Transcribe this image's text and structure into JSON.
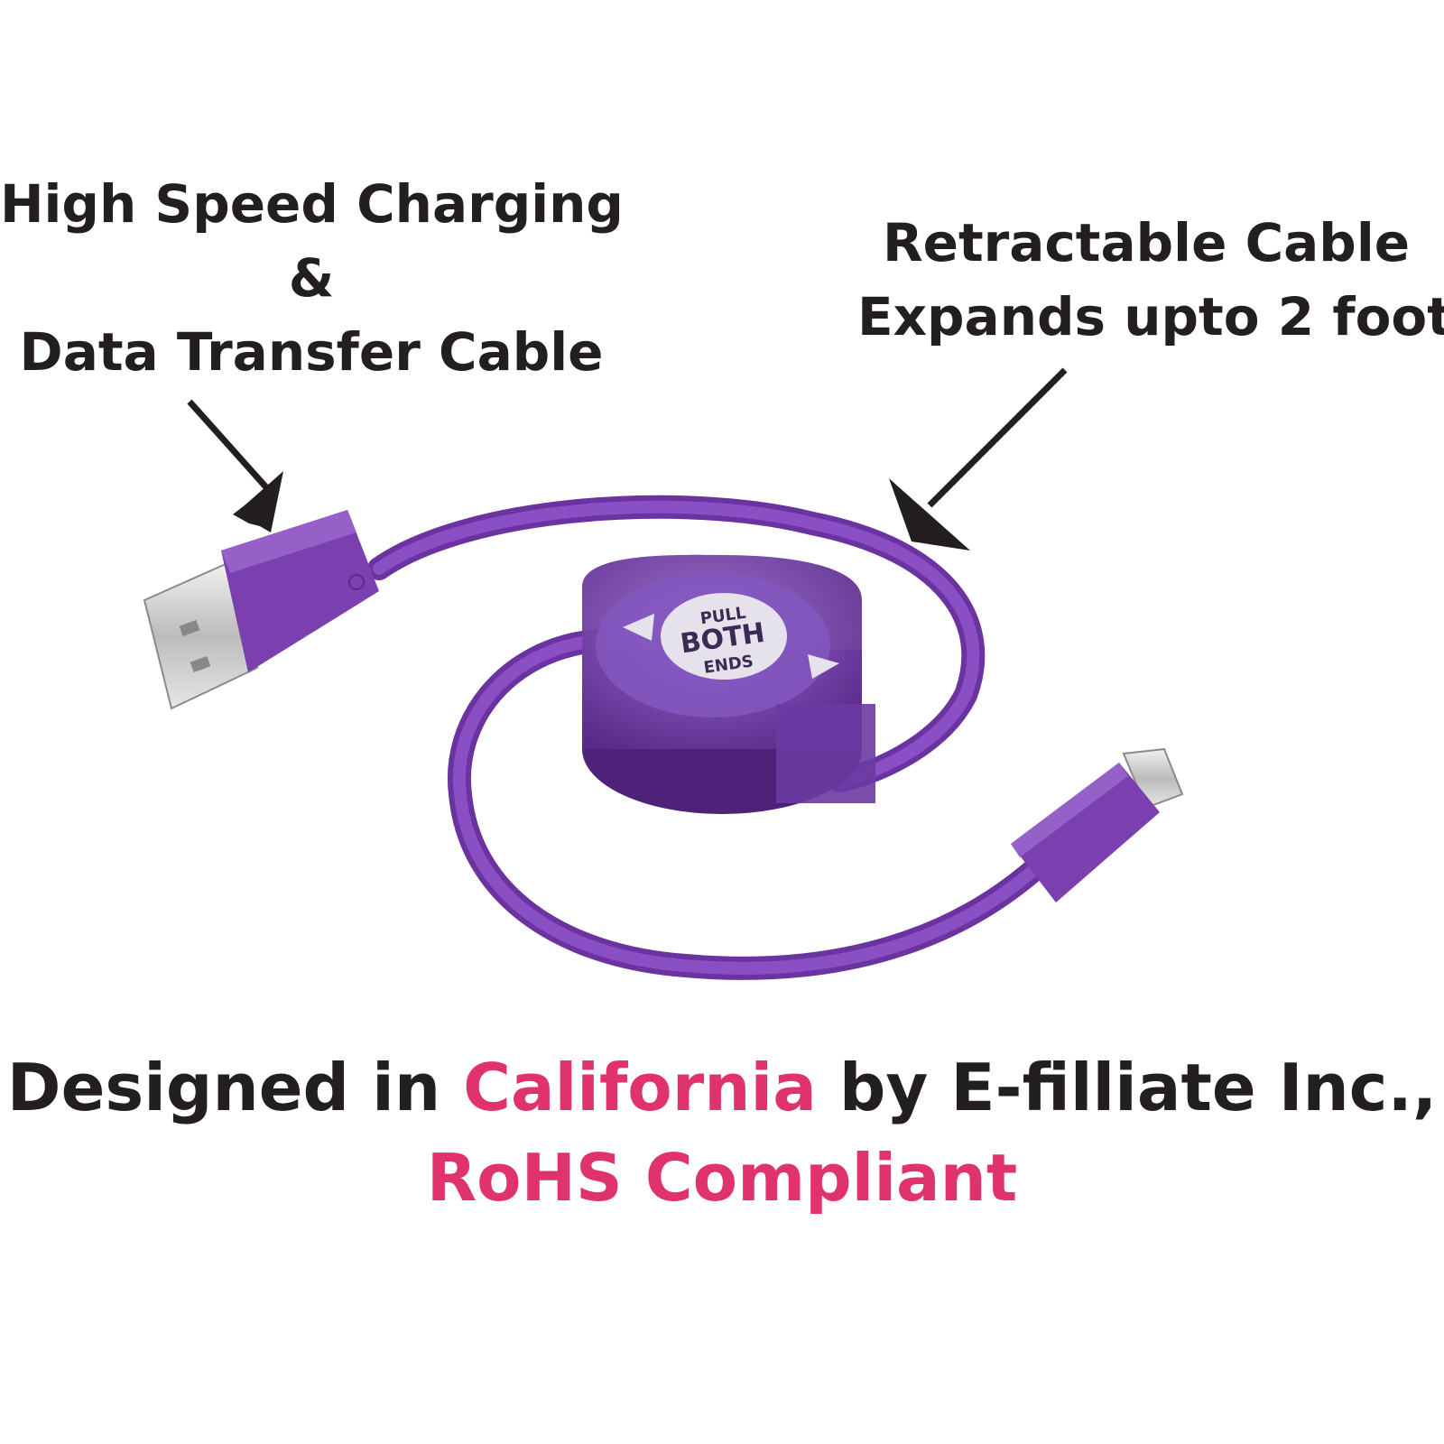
{
  "captions": {
    "left": {
      "line1": "High Speed Charging",
      "line2": "&",
      "line3": "Data Transfer Cable"
    },
    "right": {
      "line1": "Retractable Cable",
      "line2": "Expands upto 2 foot"
    }
  },
  "reel_label": {
    "top": "PULL",
    "middle": "BOTH",
    "bottom": "ENDS"
  },
  "footer": {
    "part1": "Designed in ",
    "highlight": "California",
    "part2": " by E-filliate Inc.,",
    "line2": "RoHS Compliant"
  },
  "colors": {
    "text": "#231f20",
    "accent": "#e0336b",
    "cable": "#7b3fb0",
    "cable_dark": "#5a2a8a",
    "metal": "#d4d4d4"
  },
  "icons": [
    "arrow-left-icon",
    "arrow-right-icon"
  ]
}
